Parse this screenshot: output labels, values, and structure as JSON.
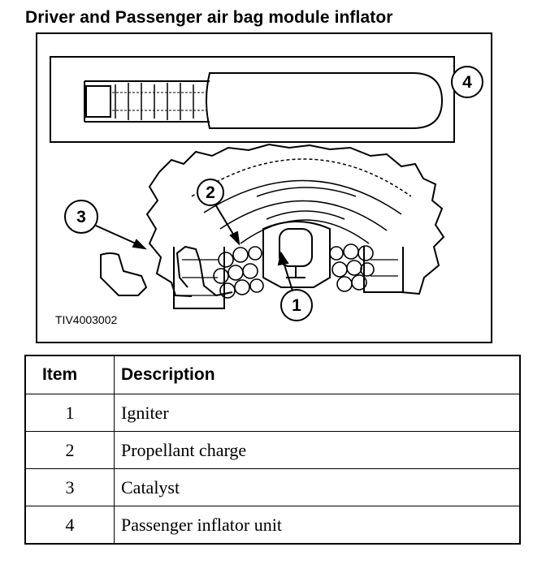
{
  "title": "Driver and Passenger air bag module inflator",
  "figure": {
    "id": "TIV4003002",
    "callouts": [
      "1",
      "2",
      "3",
      "4"
    ]
  },
  "table": {
    "headers": [
      "Item",
      "Description"
    ],
    "rows": [
      {
        "item": "1",
        "description": "Igniter"
      },
      {
        "item": "2",
        "description": "Propellant charge"
      },
      {
        "item": "3",
        "description": "Catalyst"
      },
      {
        "item": "4",
        "description": "Passenger inflator unit"
      }
    ]
  }
}
